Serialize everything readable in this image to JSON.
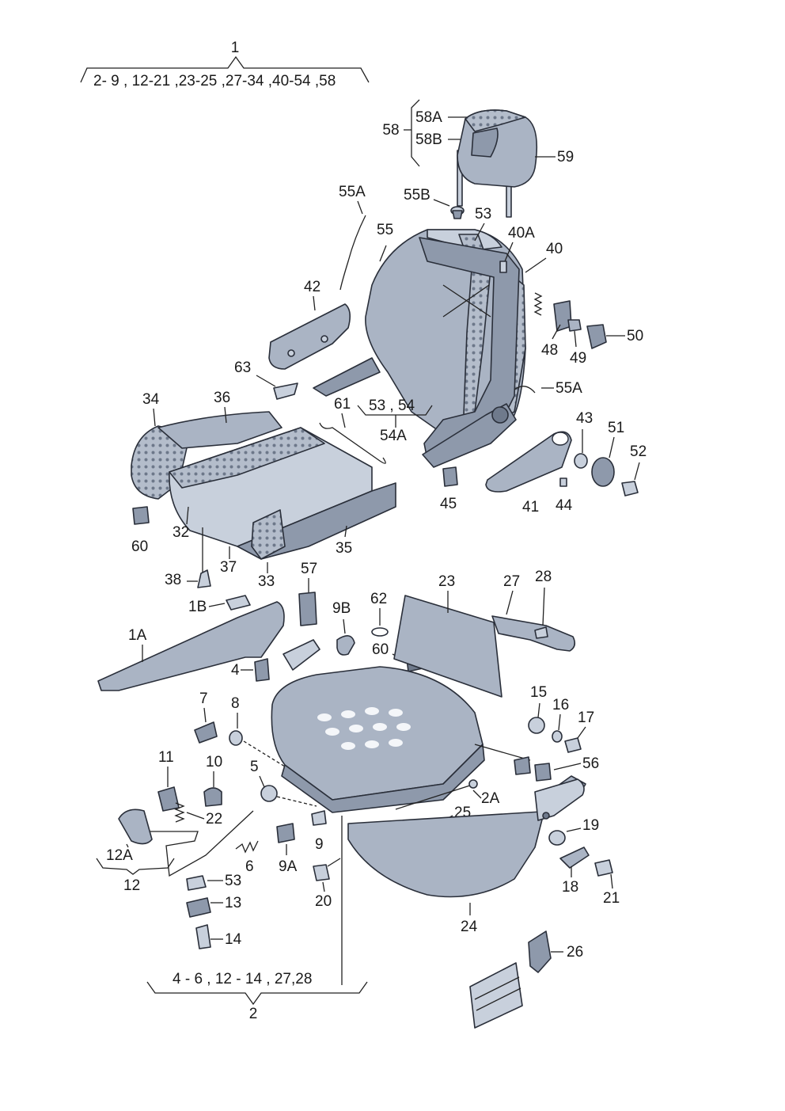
{
  "groups": {
    "g1": {
      "num": "1",
      "items": "2- 9   , 12-21 ,23-25  ,27-34   ,40-54  ,58"
    },
    "g2": {
      "num": "2",
      "items": "4 - 6   , 12 - 14  , 27,28"
    },
    "g54a": {
      "num": "54A",
      "items": "53  , 54"
    },
    "g58": {
      "num": "58",
      "sub": [
        "58A",
        "58B"
      ]
    },
    "g12": {
      "num": "12",
      "sub": "12A"
    }
  },
  "labels": [
    {
      "id": "59",
      "text": "59"
    },
    {
      "id": "55B",
      "text": "55B"
    },
    {
      "id": "55A-top",
      "text": "55A"
    },
    {
      "id": "53",
      "text": "53"
    },
    {
      "id": "55",
      "text": "55"
    },
    {
      "id": "40A",
      "text": "40A"
    },
    {
      "id": "40",
      "text": "40"
    },
    {
      "id": "42",
      "text": "42"
    },
    {
      "id": "50",
      "text": "50"
    },
    {
      "id": "48",
      "text": "48"
    },
    {
      "id": "49",
      "text": "49"
    },
    {
      "id": "63",
      "text": "63"
    },
    {
      "id": "55A-right",
      "text": "55A"
    },
    {
      "id": "34",
      "text": "34"
    },
    {
      "id": "36",
      "text": "36"
    },
    {
      "id": "61",
      "text": "61"
    },
    {
      "id": "43",
      "text": "43"
    },
    {
      "id": "51",
      "text": "51"
    },
    {
      "id": "52",
      "text": "52"
    },
    {
      "id": "45",
      "text": "45"
    },
    {
      "id": "41",
      "text": "41"
    },
    {
      "id": "44",
      "text": "44"
    },
    {
      "id": "60-top",
      "text": "60"
    },
    {
      "id": "32",
      "text": "32"
    },
    {
      "id": "35",
      "text": "35"
    },
    {
      "id": "37",
      "text": "37"
    },
    {
      "id": "33",
      "text": "33"
    },
    {
      "id": "38",
      "text": "38"
    },
    {
      "id": "57",
      "text": "57"
    },
    {
      "id": "62",
      "text": "62"
    },
    {
      "id": "23",
      "text": "23"
    },
    {
      "id": "27",
      "text": "27"
    },
    {
      "id": "28",
      "text": "28"
    },
    {
      "id": "1B",
      "text": "1B"
    },
    {
      "id": "9B",
      "text": "9B"
    },
    {
      "id": "1A",
      "text": "1A"
    },
    {
      "id": "60-mid",
      "text": "60"
    },
    {
      "id": "4",
      "text": "4"
    },
    {
      "id": "7",
      "text": "7"
    },
    {
      "id": "8",
      "text": "8"
    },
    {
      "id": "15",
      "text": "15"
    },
    {
      "id": "16",
      "text": "16"
    },
    {
      "id": "17",
      "text": "17"
    },
    {
      "id": "56",
      "text": "56"
    },
    {
      "id": "11",
      "text": "11"
    },
    {
      "id": "10",
      "text": "10"
    },
    {
      "id": "5-top",
      "text": "5"
    },
    {
      "id": "2A",
      "text": "2A"
    },
    {
      "id": "22",
      "text": "22"
    },
    {
      "id": "25",
      "text": "25"
    },
    {
      "id": "19",
      "text": "19"
    },
    {
      "id": "9",
      "text": "9"
    },
    {
      "id": "6",
      "text": "6"
    },
    {
      "id": "9A",
      "text": "9A"
    },
    {
      "id": "5-bot",
      "text": "5"
    },
    {
      "id": "18",
      "text": "18"
    },
    {
      "id": "21",
      "text": "21"
    },
    {
      "id": "20",
      "text": "20"
    },
    {
      "id": "13",
      "text": "13"
    },
    {
      "id": "14",
      "text": "14"
    },
    {
      "id": "24",
      "text": "24"
    },
    {
      "id": "26",
      "text": "26"
    }
  ]
}
